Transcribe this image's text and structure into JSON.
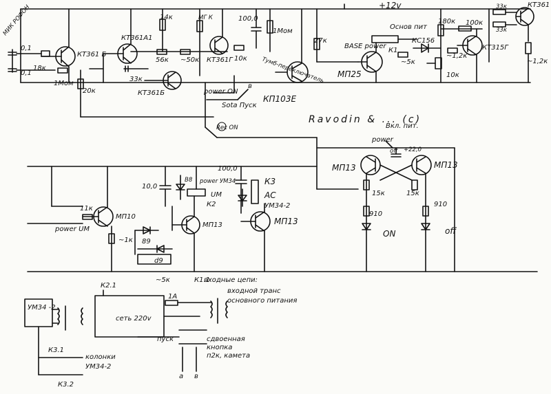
{
  "labels": {
    "mic": "МИК РОФОН",
    "c1": "0,1",
    "c2": "0,1",
    "r18k": "18к",
    "r1m_a": "1Мом",
    "r20k": "20к",
    "q1": "КТ361 Б",
    "q2": "КТ361А1",
    "r14k": "14к",
    "r56k": "56к",
    "r33k_a": "33к",
    "q3": "КТ361Б",
    "r50k": "~50к",
    "rmk": "МГ К",
    "q4": "КТ361Г",
    "r10k_a": "10к",
    "c100": "100,0",
    "r1m_b": "1Мом",
    "sw_note": "Тумб-переключатель",
    "power_on": "power ON",
    "sota_pusk": "Sota Пуск",
    "b_lbl": "в",
    "kp103": "КП103Е",
    "rec_on": "Rec ON",
    "r27k": "27к",
    "base_power": "BASE power",
    "mp25": "МП25",
    "plus12": "+12v",
    "osn_pit": "Основ пит",
    "k1": "К1",
    "kc156": "КС156",
    "r5k": "~5к",
    "r180k": "180к",
    "r100k": "100к",
    "r12k": "~1,2к",
    "r10k_b": "10к",
    "kt315": "КТ315Г",
    "r33k_b": "33к",
    "r33k_c": "33к",
    "kt361_out": "КТ361",
    "r12k_out": "~1,2к",
    "ravodin": "Ravodin & ... (c)",
    "vkl_pit": "Вкл. пит.",
    "power_lbl": "power",
    "off_lbl": "off",
    "c22": "+22,0",
    "mp13_a": "МП13",
    "mp13_b": "МП13",
    "r15k_a": "15к",
    "r15k_b": "15к",
    "d910_a": "910",
    "d910_b": "910",
    "on_lbl": "ON",
    "off_led": "off",
    "c100_b": "100,0",
    "c10": "10,0",
    "d_b8": "В8",
    "power_um34": "power УМ34",
    "um_lbl": "UM",
    "k2": "К2",
    "k3": "К3",
    "ac_lbl": "AC",
    "um34_2": "УМ34-2",
    "mp13_c": "МП13",
    "mp13_d": "МП13",
    "r11k": "11к",
    "mp10": "МП10",
    "power_um": "power UM",
    "r1k": "~1к",
    "d_89": "89",
    "d_d9": "d9",
    "r5k_b": "~5к",
    "k21": "К2.1",
    "k11": "К1.1",
    "vhod": "входные цепи:",
    "vhod2": "входной транс",
    "vhod3": "основного питания",
    "um34_box": "УМ34 -2",
    "set": "сеть 220v",
    "fuse": "1А",
    "pusk": "пуск",
    "sdvoen": "сдвоенная",
    "knopka": "кнопка",
    "pk": "п2к, камета",
    "k31": "К3.1",
    "kolonki": "колонки",
    "um342": "УМ34-2",
    "k32": "К3.2",
    "a_lbl": "а",
    "b_lbl2": "в"
  }
}
